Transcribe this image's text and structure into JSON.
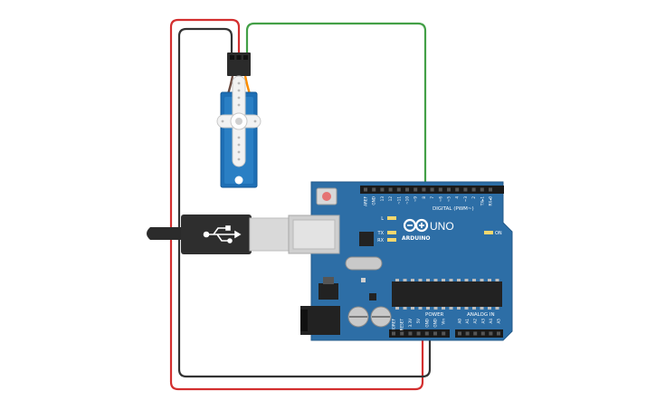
{
  "board": {
    "model": "UNO",
    "brand": "ARDUINO",
    "digital_label": "DIGITAL (PWM~)",
    "analog_label": "ANALOG IN",
    "power_label": "POWER",
    "on_label": "ON",
    "led_l": "L",
    "led_tx": "TX",
    "led_rx": "RX",
    "digital_pins": [
      "AREF",
      "GND",
      "13",
      "12",
      "~11",
      "~10",
      "~9",
      "8",
      "7",
      "~6",
      "~5",
      "4",
      "~3",
      "2",
      "TX▸1",
      "RX◂0"
    ],
    "power_pins": [
      "IOREF",
      "RESET",
      "3.3V",
      "5V",
      "GND",
      "GND",
      "Vin"
    ],
    "analog_pins": [
      "A0",
      "A1",
      "A2",
      "A3",
      "A4",
      "A5"
    ]
  },
  "colors": {
    "board": "#2d6ea6",
    "board_edge": "#245a8a",
    "wire_red": "#d32f2f",
    "wire_black": "#333333",
    "wire_green": "#43a047",
    "servo_body": "#1e6fb5"
  },
  "components": {
    "servo": "servo-motor",
    "usb": "usb-b-cable"
  }
}
